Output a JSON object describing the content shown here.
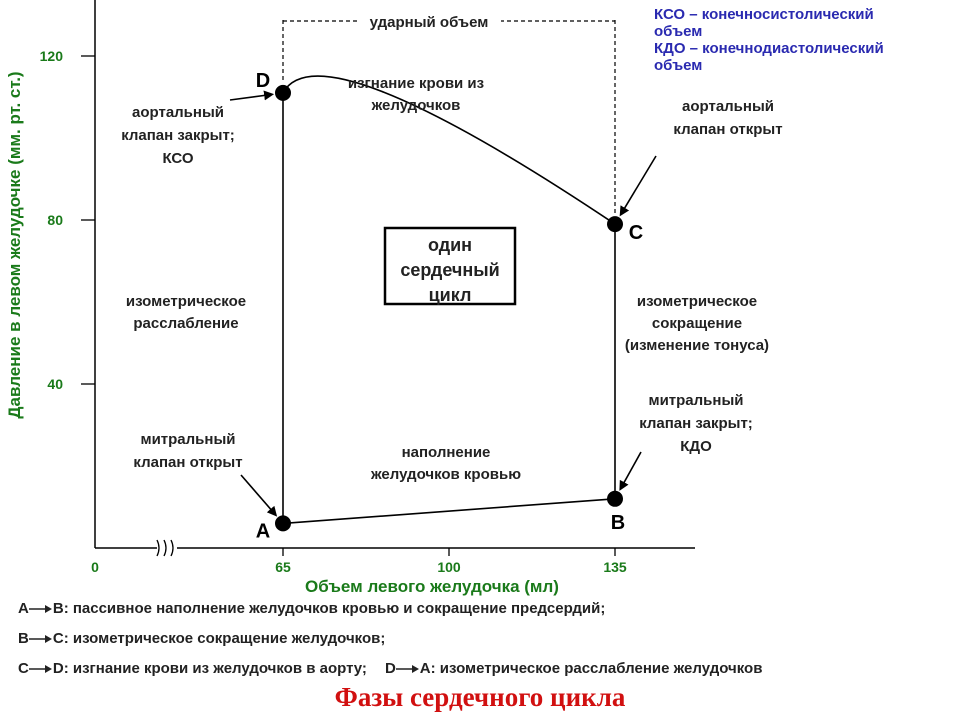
{
  "chart_data": {
    "type": "line",
    "title": "",
    "xlabel": "Объем левого желудочка (мл)",
    "ylabel": "Давление в левом желудочке (мм. рт. ст.)",
    "x_ticks": [
      0,
      65,
      100,
      135
    ],
    "x_tick_labels": [
      "0",
      "65",
      "100",
      "135"
    ],
    "y_ticks": [
      40,
      80,
      120
    ],
    "y_tick_labels": [
      "40",
      "80",
      "120"
    ],
    "axis_break": true,
    "points": [
      {
        "name": "A",
        "x": 65,
        "y": 6
      },
      {
        "name": "B",
        "x": 135,
        "y": 12
      },
      {
        "name": "C",
        "x": 135,
        "y": 79
      },
      {
        "name": "D",
        "x": 65,
        "y": 111
      }
    ],
    "segments": [
      {
        "from": "A",
        "to": "B",
        "label": [
          "наполнение",
          "желудочков кровью"
        ]
      },
      {
        "from": "B",
        "to": "C",
        "label": [
          "изометрическое",
          "сокращение",
          "(изменение тонуса)"
        ]
      },
      {
        "from": "C",
        "to": "D",
        "label": [
          "изгнание крови из",
          "желудочков"
        ],
        "peak_y": 118
      },
      {
        "from": "D",
        "to": "A",
        "label": [
          "изометрическое",
          "расслабление"
        ]
      }
    ],
    "stroke_volume_label": "ударный объем",
    "center_box": [
      "один",
      "сердечный",
      "цикл"
    ],
    "annotations": [
      {
        "point": "D",
        "lines": [
          "аортальный",
          "клапан закрыт;",
          "КСО"
        ]
      },
      {
        "point": "C",
        "lines": [
          "аортальный",
          "клапан открыт"
        ]
      },
      {
        "point": "B",
        "lines": [
          "митральный",
          "клапан закрыт;",
          "КДО"
        ]
      },
      {
        "point": "A",
        "lines": [
          "митральный",
          "клапан открыт"
        ]
      }
    ],
    "legend": [
      "КСО – конечносистолический",
      "объем",
      "КДО – конечнодиастолический",
      "объем"
    ],
    "colors": {
      "axis_text": "#1a7a1a",
      "legend_text": "#2a2ab0",
      "title": "#d11010"
    }
  },
  "phases": [
    {
      "from": "A",
      "to": "B",
      "text": ": пассивное наполнение желудочков кровью и сокращение предсердий;"
    },
    {
      "from": "B",
      "to": "C",
      "text": ": изометрическое сокращение желудочков;"
    },
    {
      "from": "C",
      "to": "D",
      "text": ": изгнание крови из желудочков в аорту;"
    },
    {
      "from": "D",
      "to": "A",
      "text": ": изометрическое расслабление желудочков"
    }
  ],
  "footer_title": "Фазы сердечного цикла"
}
